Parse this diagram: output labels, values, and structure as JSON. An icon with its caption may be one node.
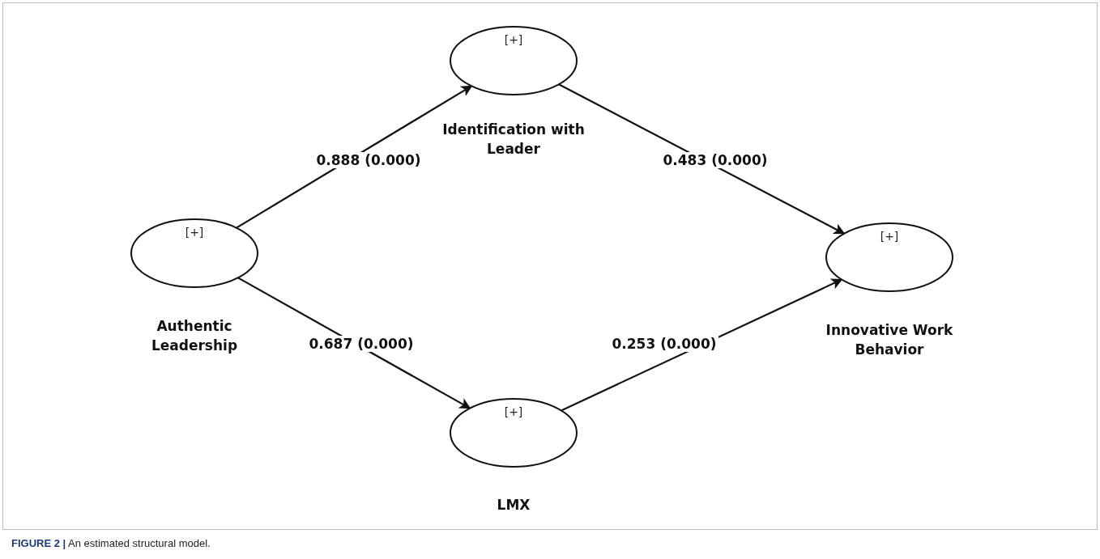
{
  "diagram": {
    "caption": "**FIGURE 2 |** An estimated structural model.",
    "nodes": [
      {
        "text": [
          "[+]",
          "Authentic Leadership"
        ]
      },
      {
        "text": [
          "[+]",
          "Identification with Leader"
        ]
      },
      {
        "text": [
          "[+]",
          "LMX"
        ]
      },
      {
        "text": [
          "[+]",
          "Innovative Work Behavior"
        ]
      }
    ],
    "edges": [
      {
        "from": 0,
        "to": 1,
        "arrow": "to",
        "label": "0.888 (0.000)"
      },
      {
        "from": 0,
        "to": 2,
        "arrow": "to",
        "label": "0.687 (0.000)"
      },
      {
        "from": 1,
        "to": 3,
        "arrow": "to",
        "label": "0.483 (0.000)"
      },
      {
        "from": 2,
        "to": 3,
        "arrow": "to",
        "label": "0.253 (0.000)"
      }
    ]
  }
}
